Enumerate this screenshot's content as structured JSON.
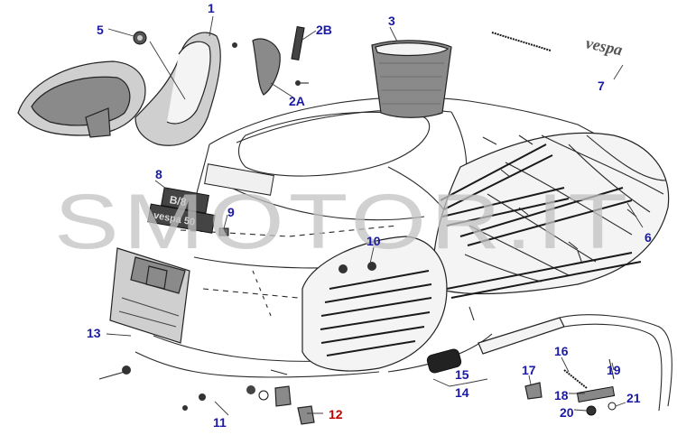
{
  "watermark": "SMOTOR.IT",
  "badges": {
    "badge_top": "B/8",
    "badge_bottom": "vespa 50",
    "side_script": "vespa"
  },
  "colors": {
    "label_blue": "#1a1aa6",
    "label_red": "#c00000",
    "line": "#2a2a2a",
    "watermark": "#c2c2c2"
  },
  "callouts": [
    {
      "id": "1",
      "text": "1",
      "color": "blue"
    },
    {
      "id": "2A",
      "text": "2A",
      "color": "blue"
    },
    {
      "id": "2B",
      "text": "2B",
      "color": "blue"
    },
    {
      "id": "3",
      "text": "3",
      "color": "blue"
    },
    {
      "id": "5",
      "text": "5",
      "color": "blue"
    },
    {
      "id": "6",
      "text": "6",
      "color": "blue"
    },
    {
      "id": "7",
      "text": "7",
      "color": "blue"
    },
    {
      "id": "8",
      "text": "8",
      "color": "blue"
    },
    {
      "id": "9",
      "text": "9",
      "color": "blue"
    },
    {
      "id": "10",
      "text": "10",
      "color": "blue"
    },
    {
      "id": "11",
      "text": "11",
      "color": "blue"
    },
    {
      "id": "12",
      "text": "12",
      "color": "red"
    },
    {
      "id": "13",
      "text": "13",
      "color": "blue"
    },
    {
      "id": "14",
      "text": "14",
      "color": "blue"
    },
    {
      "id": "15",
      "text": "15",
      "color": "blue"
    },
    {
      "id": "16",
      "text": "16",
      "color": "blue"
    },
    {
      "id": "17",
      "text": "17",
      "color": "blue"
    },
    {
      "id": "18",
      "text": "18",
      "color": "blue"
    },
    {
      "id": "19",
      "text": "19",
      "color": "blue"
    },
    {
      "id": "20",
      "text": "20",
      "color": "blue"
    },
    {
      "id": "21",
      "text": "21",
      "color": "blue"
    }
  ]
}
